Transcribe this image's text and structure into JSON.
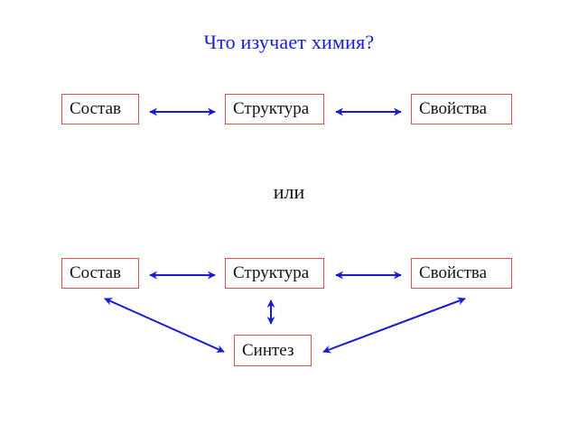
{
  "title": "Что изучает химия?",
  "separator": "или",
  "top_row": {
    "left": "Состав",
    "middle": "Структура",
    "right": "Свойства"
  },
  "bottom_row": {
    "left": "Состав",
    "middle": "Структура",
    "right": "Свойства",
    "center_bottom": "Синтез"
  },
  "colors": {
    "title": "#1a1ad6",
    "arrow": "#1a1ad6",
    "box_border": "#e05050",
    "text": "#111111"
  }
}
